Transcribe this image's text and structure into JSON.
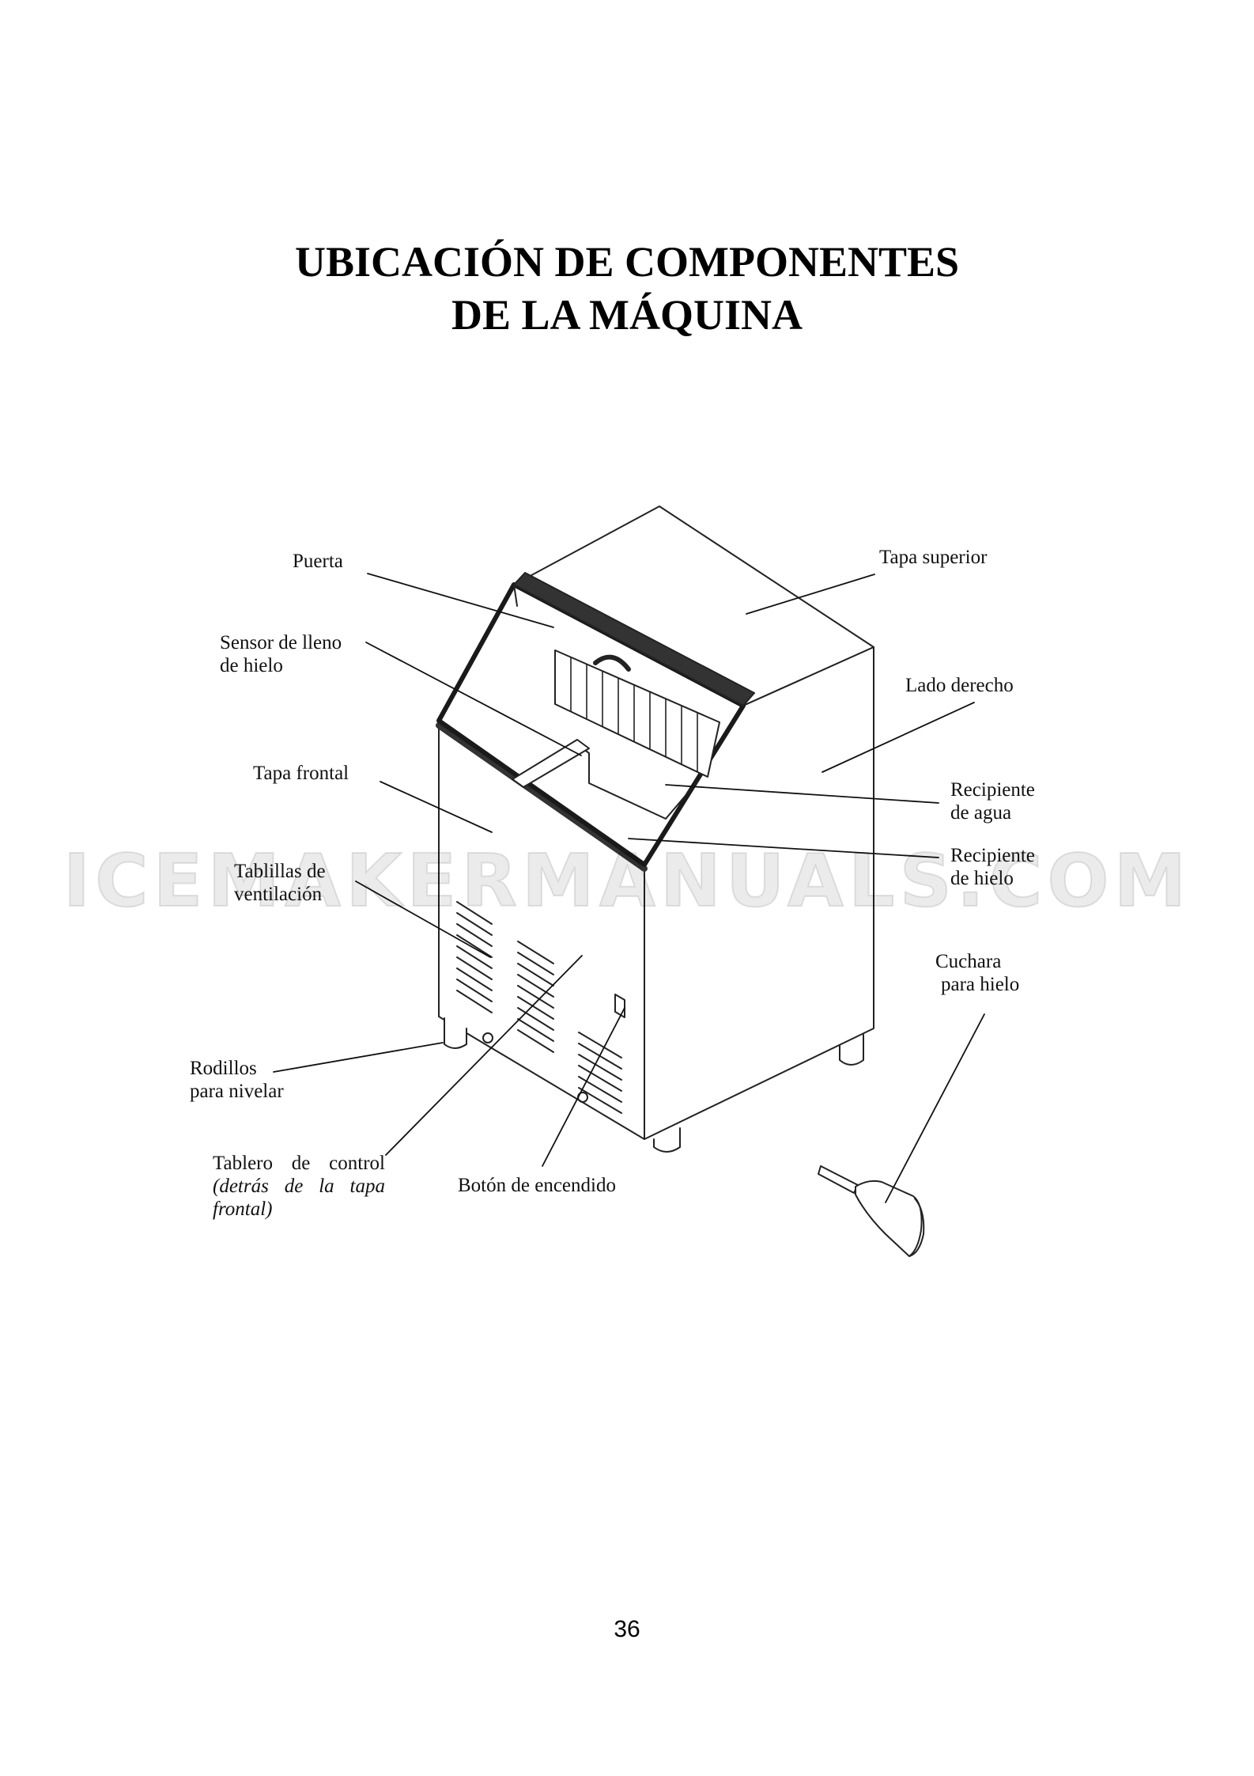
{
  "title": {
    "line1": "UBICACIÓN DE COMPONENTES",
    "line2": "DE LA MÁQUINA"
  },
  "labels": {
    "puerta": "Puerta",
    "tapa_superior": "Tapa superior",
    "sensor_line1": "Sensor de lleno",
    "sensor_line2": "de hielo",
    "lado_derecho": "Lado derecho",
    "tapa_frontal": "Tapa frontal",
    "recipiente_agua_line1": "Recipiente",
    "recipiente_agua_line2": "de agua",
    "tablillas_line1": "Tablillas de",
    "tablillas_line2": "ventilación",
    "recipiente_hielo_line1": "Recipiente",
    "recipiente_hielo_line2": "de hielo",
    "cuchara_line1": "Cuchara",
    "cuchara_line2": "para hielo",
    "rodillos_line1": "Rodillos",
    "rodillos_line2": "para nivelar",
    "tablero_line1": "Tablero de control",
    "tablero_line2": "(detrás de la tapa",
    "tablero_line3": "frontal)",
    "boton": "Botón de encendido"
  },
  "watermark": "ICEMAKERMANUALS.COM",
  "page_number": "36"
}
